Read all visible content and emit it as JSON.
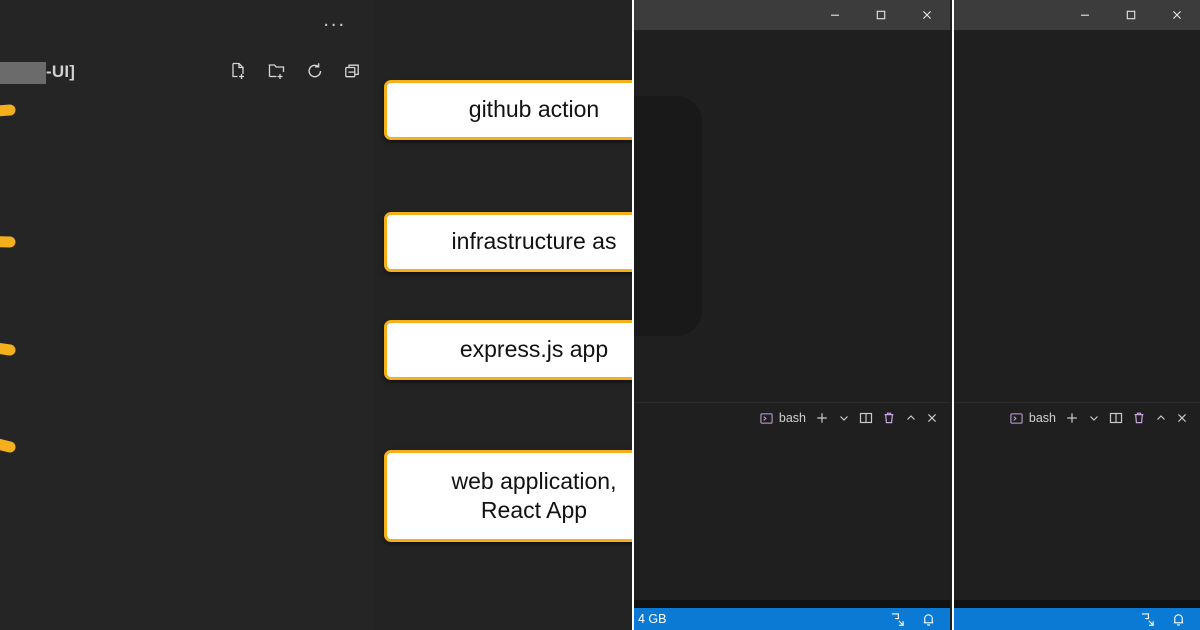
{
  "left_window": {
    "explorer": {
      "overflow_label": "...",
      "title_suffix": "-UI]",
      "redacted_label": "",
      "actions": [
        {
          "name": "new-file-icon",
          "label": "New File"
        },
        {
          "name": "new-folder-icon",
          "label": "New Folder"
        },
        {
          "name": "refresh-icon",
          "label": "Refresh Explorer"
        },
        {
          "name": "collapse-all-icon",
          "label": "Collapse Folders in Explorer"
        }
      ]
    },
    "graph": {
      "accent_color": "#f3b01c",
      "node_fill": "#ffffff",
      "node_text_color": "#111111",
      "canvas_color": "#232323",
      "nodes": [
        {
          "id": "n1",
          "text": "github action"
        },
        {
          "id": "n2",
          "text": "infrastructure as"
        },
        {
          "id": "n3",
          "text": "express.js app"
        },
        {
          "id": "n4",
          "text": "web application,\nReact App"
        }
      ]
    }
  },
  "middle_window": {
    "window_controls": [
      {
        "name": "minimize-button",
        "label": "Minimize"
      },
      {
        "name": "maximize-button",
        "label": "Maximize"
      },
      {
        "name": "close-button",
        "label": "Close"
      }
    ],
    "terminal": {
      "tab_label": "bash",
      "actions": [
        {
          "name": "new-terminal-icon",
          "label": "New Terminal"
        },
        {
          "name": "chevron-down-icon",
          "label": "Launch Profile"
        },
        {
          "name": "split-terminal-icon",
          "label": "Split Terminal"
        },
        {
          "name": "kill-terminal-icon",
          "label": "Kill Terminal"
        },
        {
          "name": "chevron-up-icon",
          "label": "Maximize Panel Size"
        },
        {
          "name": "close-panel-icon",
          "label": "Close Panel"
        }
      ]
    },
    "statusbar": {
      "left_text": "4 GB",
      "accent_color": "#0a7ad4",
      "icons": [
        {
          "name": "remote-host-icon",
          "label": "Open a Remote Window"
        },
        {
          "name": "notifications-bell-icon",
          "label": "No Notifications"
        }
      ]
    }
  },
  "right_window": {
    "window_controls": [
      {
        "name": "minimize-button",
        "label": "Minimize"
      },
      {
        "name": "maximize-button",
        "label": "Maximize"
      },
      {
        "name": "close-button",
        "label": "Close"
      }
    ],
    "terminal": {
      "tab_label": "bash",
      "actions": [
        {
          "name": "new-terminal-icon",
          "label": "New Terminal"
        },
        {
          "name": "chevron-down-icon",
          "label": "Launch Profile"
        },
        {
          "name": "split-terminal-icon",
          "label": "Split Terminal"
        },
        {
          "name": "kill-terminal-icon",
          "label": "Kill Terminal"
        },
        {
          "name": "chevron-up-icon",
          "label": "Maximize Panel Size"
        },
        {
          "name": "close-panel-icon",
          "label": "Close Panel"
        }
      ]
    },
    "statusbar": {
      "left_text": "",
      "accent_color": "#0a7ad4",
      "icons": [
        {
          "name": "remote-host-icon",
          "label": "Open a Remote Window"
        },
        {
          "name": "notifications-bell-icon",
          "label": "No Notifications"
        }
      ]
    }
  }
}
